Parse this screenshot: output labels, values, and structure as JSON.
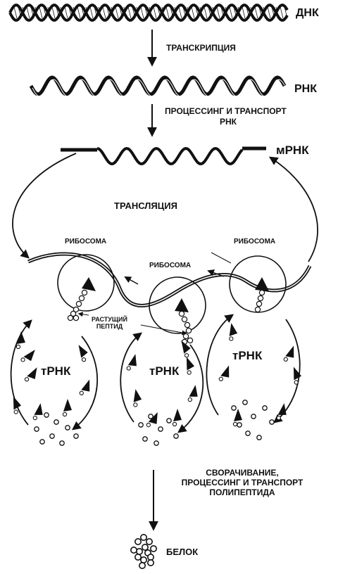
{
  "labels": {
    "dna": "ДНК",
    "transcription": "ТРАНСКРИПЦИЯ",
    "rna": "РНК",
    "processing_line1": "ПРОЦЕССИНГ И ТРАНСПОРТ",
    "processing_line2": "РНК",
    "mrna": "мРНК",
    "translation": "ТРАНСЛЯЦИЯ",
    "ribosome_left": "РИБОСОМА",
    "ribosome_middle": "РИБОСОМА",
    "ribosome_right": "РИБОСОМА",
    "peptide_line1": "РАСТУЩИЙ",
    "peptide_line2": "ПЕПТИД",
    "trna_left": "тРНК",
    "trna_middle": "тРНК",
    "trna_right": "тРНК",
    "folding_line1": "СВОРАЧИВАНИЕ,",
    "folding_line2": "ПРОЦЕССИНГ И ТРАНСПОРТ",
    "folding_line3": "ПОЛИПЕПТИДА",
    "protein": "БЕЛОК"
  }
}
